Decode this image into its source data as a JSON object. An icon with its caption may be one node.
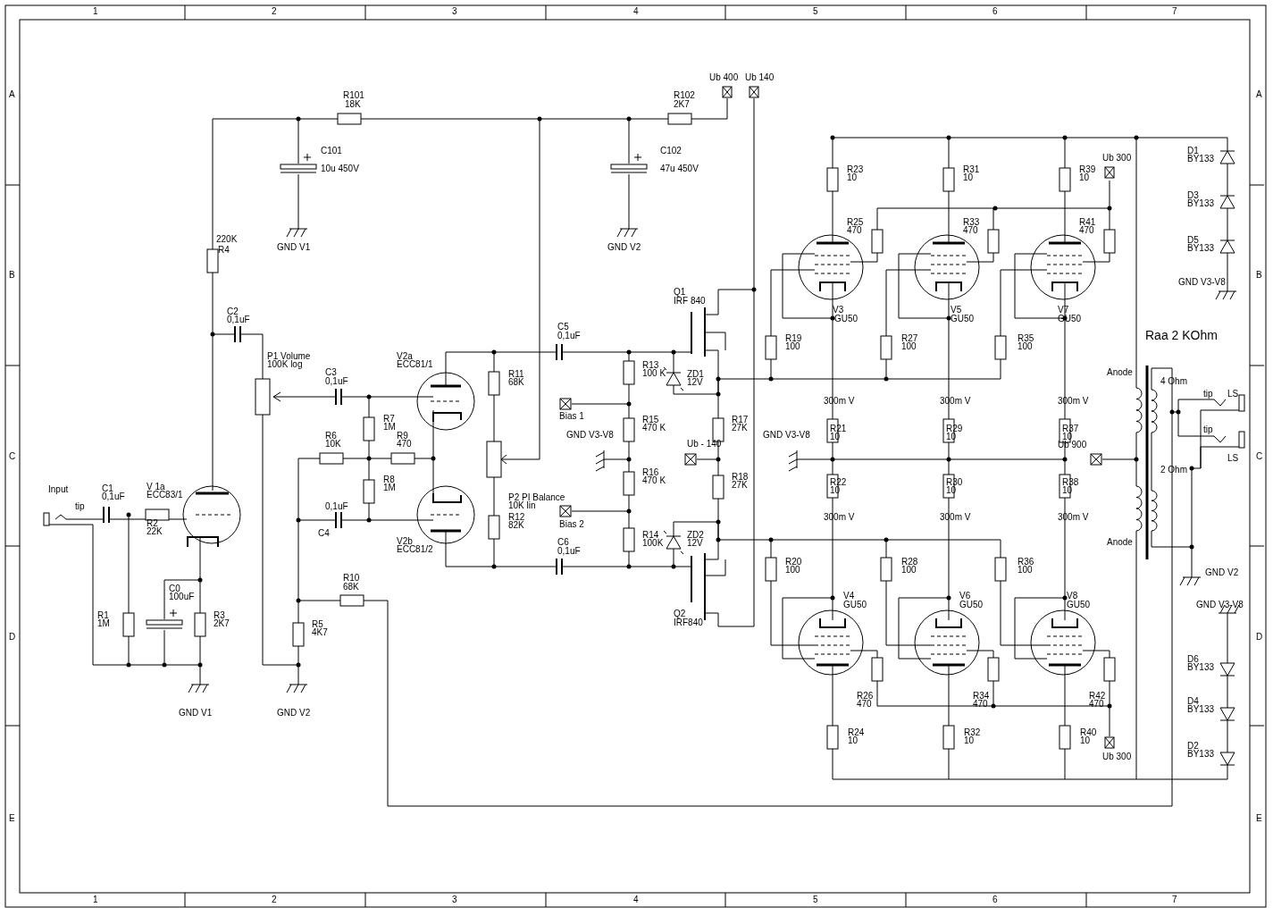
{
  "diagram": {
    "labels": [
      "1",
      "2",
      "3",
      "4",
      "5",
      "6",
      "7",
      "A",
      "Ub 400",
      "Ub 140",
      "R101",
      "18K",
      "R102",
      "2K7",
      "C101",
      "10u 450V",
      "C102",
      "47u 450V",
      "Ub 300",
      "D1",
      "BY133",
      "R23",
      "10",
      "R31",
      "10",
      "R39",
      "10",
      "D3",
      "BY133",
      "R25",
      "470",
      "R33",
      "470",
      "R41",
      "470",
      "220K",
      "R4",
      "GND V1",
      "GND V2",
      "D5",
      "BY133",
      "B",
      "GND V3-V8",
      "Q1",
      "IRF 840",
      "V3",
      "GU50",
      "V5",
      "GU50",
      "V7",
      "GU50",
      "C2",
      "0,1uF",
      "C5",
      "0,1uF",
      "Raa 2 KOhm",
      "R19",
      "100",
      "R27",
      "100",
      "R35",
      "100",
      "P1 Volume",
      "100K log",
      "V2a",
      "ECC81/1",
      "C3",
      "0,1uF",
      "R11",
      "68K",
      "R13",
      "100 K",
      "ZD1",
      "12V",
      "Anode",
      "4 Ohm",
      "tip",
      "LS",
      "300m V",
      "300m V",
      "300m V",
      "R7",
      "1M",
      "Bias 1",
      "R15",
      "470 K",
      "R17",
      "27K",
      "R21",
      "10",
      "R29",
      "10",
      "R37",
      "10",
      "tip",
      "R6",
      "10K",
      "R9",
      "470",
      "GND V3-V8",
      "GND V3-V8",
      "Ub - 140",
      "Ub 900",
      "C",
      "LS",
      "2 Ohm",
      "Input",
      "C1",
      "0,1uF",
      "V 1a",
      "ECC83/1",
      "R8",
      "1M",
      "R16",
      "470 K",
      "R18",
      "27K",
      "R22",
      "10",
      "R30",
      "10",
      "R38",
      "10",
      "tip",
      "0,1uF",
      "P2 PI Balance",
      "10K lin",
      "R2",
      "22K",
      "R12",
      "82K",
      "Bias 2",
      "300m V",
      "300m V",
      "300m V",
      "C4",
      "V2b",
      "ECC81/2",
      "C6",
      "0,1uF",
      "R14",
      "100K",
      "ZD2",
      "12V",
      "Anode",
      "R20",
      "100",
      "R28",
      "100",
      "R36",
      "100",
      "GND V2",
      "C0",
      "100uF",
      "R10",
      "68K",
      "V4",
      "GU50",
      "V6",
      "GU50",
      "V8",
      "GU50",
      "GND V3-V8",
      "R1",
      "1M",
      "R3",
      "2K7",
      "R5",
      "4K7",
      "Q2",
      "IRF840",
      "D",
      "D6",
      "BY133",
      "R26",
      "470",
      "R34",
      "470",
      "R42",
      "470",
      "D4",
      "BY133",
      "GND V1",
      "GND V2",
      "R24",
      "10",
      "R32",
      "10",
      "R40",
      "10",
      "Ub 300",
      "D2",
      "BY133",
      "E",
      "1",
      "2",
      "3",
      "4",
      "5",
      "6",
      "7",
      "A",
      "B",
      "C",
      "D",
      "E"
    ]
  }
}
